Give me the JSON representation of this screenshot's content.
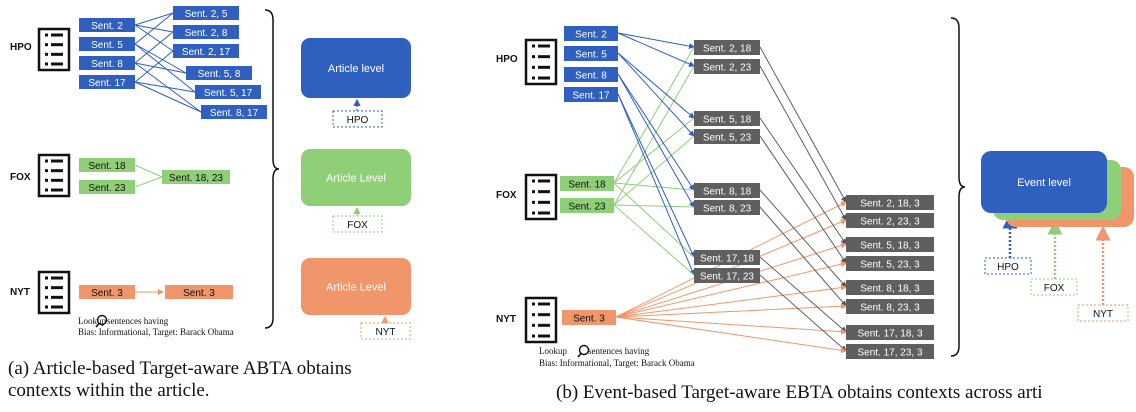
{
  "panel_a": {
    "sources": {
      "hpo": "HPO",
      "fox": "FOX",
      "nyt": "NYT"
    },
    "hpo_sentences": [
      "Sent. 2",
      "Sent. 5",
      "Sent. 8",
      "Sent. 17"
    ],
    "hpo_pairs": [
      "Sent. 2, 5",
      "Sent. 2, 8",
      "Sent. 2, 17",
      "Sent. 5, 8",
      "Sent. 5, 17",
      "Sent. 8, 17"
    ],
    "fox_sentences": [
      "Sent. 18",
      "Sent. 23"
    ],
    "fox_pair": "Sent. 18, 23",
    "nyt_sentence": "Sent. 3",
    "nyt_out": "Sent. 3",
    "levels": {
      "hpo": "Article level",
      "fox": "Article Level",
      "nyt": "Article Level"
    },
    "tags": {
      "hpo": "HPO",
      "fox": "FOX",
      "nyt": "NYT"
    },
    "lookup": {
      "line1": "Lookup",
      "line1b": "sentences having",
      "line2": "Bias: Informational, Target: Barack Obama"
    },
    "caption": {
      "line1": "(a) Article-based Target-aware ABTA obtains",
      "line2": "contexts within the article."
    }
  },
  "panel_b": {
    "sources": {
      "hpo": "HPO",
      "fox": "FOX",
      "nyt": "NYT"
    },
    "hpo_sentences": [
      "Sent. 2",
      "Sent. 5",
      "Sent. 8",
      "Sent. 17"
    ],
    "fox_sentences": [
      "Sent. 18",
      "Sent. 23"
    ],
    "nyt_sentence": "Sent. 3",
    "pairs": [
      "Sent. 2, 18",
      "Sent. 2, 23",
      "Sent. 5, 18",
      "Sent. 5, 23",
      "Sent. 8, 18",
      "Sent. 8, 23",
      "Sent. 17, 18",
      "Sent. 17, 23"
    ],
    "triples": [
      "Sent. 2, 18, 3",
      "Sent. 2, 23, 3",
      "Sent. 5, 18, 3",
      "Sent. 5, 23, 3",
      "Sent. 8, 18, 3",
      "Sent. 8, 23, 3",
      "Sent. 17, 18, 3",
      "Sent. 17, 23, 3"
    ],
    "event_level": "Event level",
    "tags": {
      "hpo": "HPO",
      "fox": "FOX",
      "nyt": "NYT"
    },
    "lookup": {
      "line1": "Lookup",
      "line1b": "sentences having",
      "line2": "Bias: Informational, Target: Barack Obama"
    },
    "caption": "(b) Event-based Target-aware EBTA obtains contexts across arti"
  },
  "colors": {
    "hpo": "#2f5fbf",
    "fox": "#8fcf78",
    "nyt": "#f0966a",
    "pair": "#5f5f5f"
  }
}
